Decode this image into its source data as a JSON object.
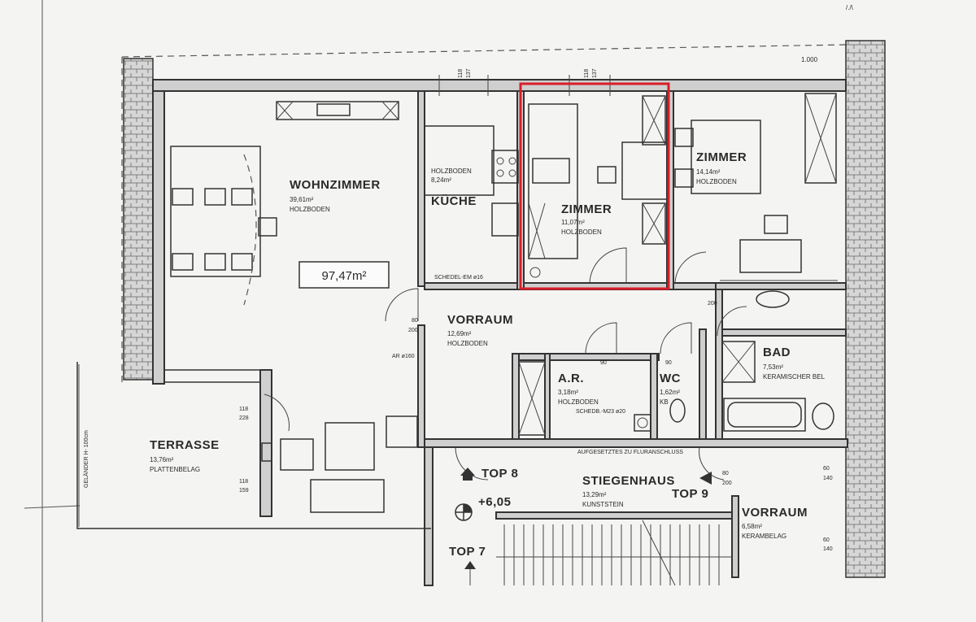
{
  "rooms": {
    "wohnzimmer": {
      "name": "WOHNZIMMER",
      "area": "39,61m²",
      "floor": "HOLZBODEN"
    },
    "kueche": {
      "floor": "HOLZBODEN",
      "area": "8,24m²",
      "name": "KÜCHE"
    },
    "zimmer1": {
      "name": "ZIMMER",
      "area": "11,07m²",
      "floor": "HOLZBODEN"
    },
    "zimmer2": {
      "name": "ZIMMER",
      "area": "14,14m²",
      "floor": "HOLZBODEN"
    },
    "vorraum": {
      "name": "VORRAUM",
      "area": "12,69m²",
      "floor": "HOLZBODEN"
    },
    "ar": {
      "name": "A.R.",
      "area": "3,18m²",
      "floor": "HOLZBODEN"
    },
    "wc": {
      "name": "WC",
      "area": "1,62m²",
      "floor": "KB"
    },
    "bad": {
      "name": "BAD",
      "area": "7,53m²",
      "floor": "KERAMISCHER BEL"
    },
    "terrasse": {
      "name": "TERRASSE",
      "area": "13,76m²",
      "floor": "PLATTENBELAG"
    },
    "stiegenhaus": {
      "name": "STIEGENHAUS",
      "area": "13,29m²",
      "floor": "KUNSTSTEIN"
    },
    "vorraum2": {
      "name": "VORRAUM",
      "area": "6,58m²",
      "floor": "KERAMBELAG"
    }
  },
  "total_area": "97,47m²",
  "labels": {
    "top8": "TOP 8",
    "top9": "TOP 9",
    "top7": "TOP 7",
    "level": "+6,05",
    "schedel_kueche": "SCHEDEL-EM ø16",
    "ar_160": "AR ø160",
    "schedel_ar": "SCHEDB.-M23 ø20",
    "aufsatz": "AUFGESETZTES ZU FLURANSCHLUSS",
    "gelaender": "GELÄNDER H- 100cm",
    "corner_mark": "/./\\",
    "plan_mark": "1.000"
  },
  "dims": {
    "d118": "118",
    "d137": "137",
    "d228": "228",
    "d159": "159",
    "d80": "80",
    "d200": "200",
    "d60": "60",
    "d90": "90",
    "d140": "140"
  },
  "highlight": {
    "room": "ZIMMER 11,07m²",
    "color": "#d81e28"
  }
}
